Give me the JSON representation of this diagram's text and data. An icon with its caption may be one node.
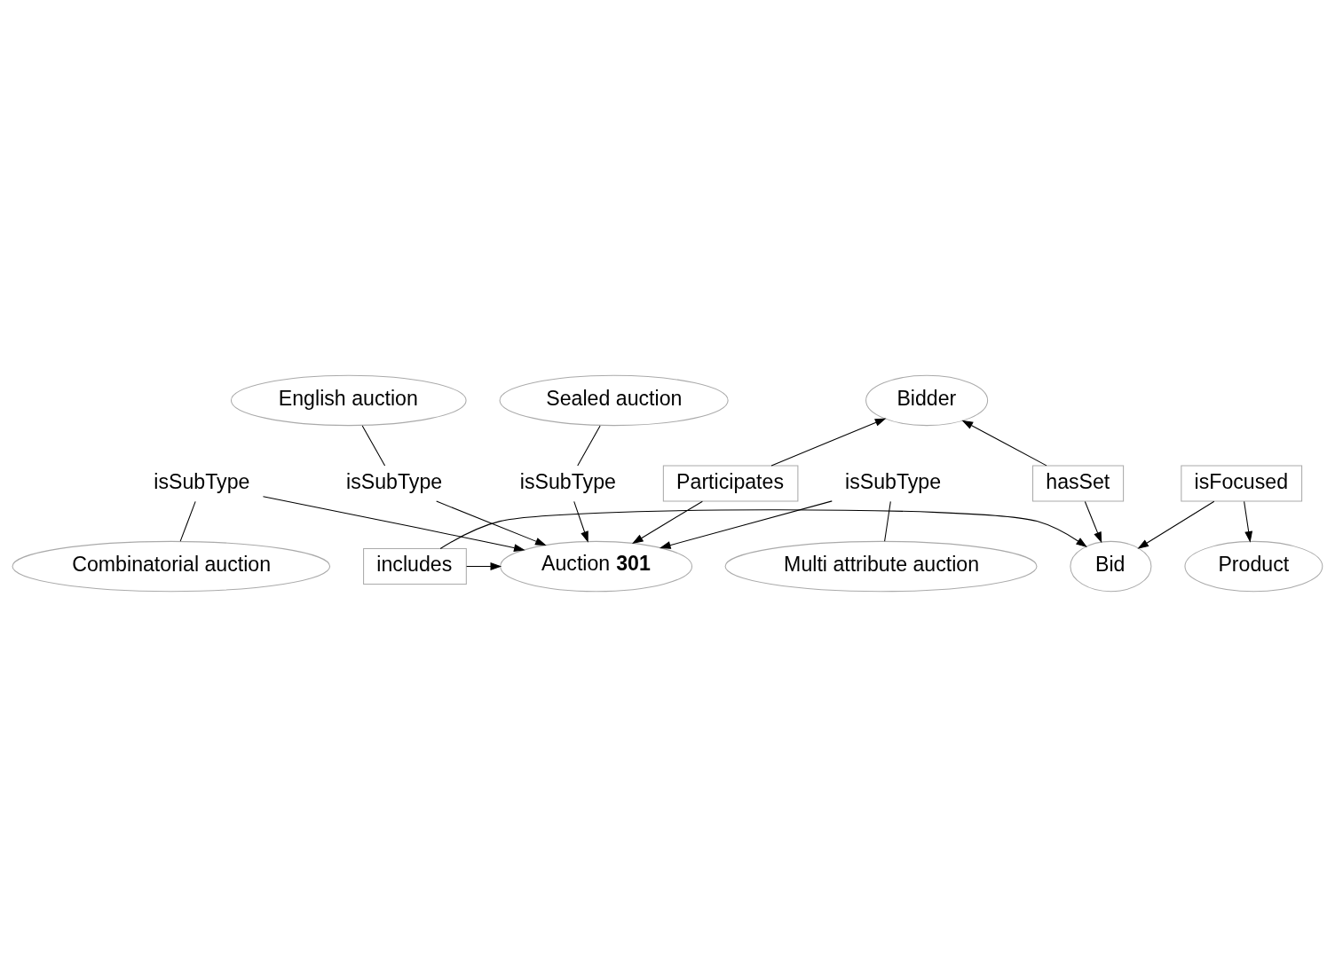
{
  "diagram": {
    "nodes": [
      {
        "text": [
          "English auction"
        ]
      },
      {
        "text": [
          "Sealed auction"
        ]
      },
      {
        "text": [
          "Bidder"
        ]
      },
      {
        "text": [
          "isSubType"
        ]
      },
      {
        "text": [
          "Participates"
        ]
      },
      {
        "text": [
          "hasSet"
        ]
      },
      {
        "text": [
          "isSubType"
        ]
      },
      {
        "text": [
          "Auction **301**"
        ]
      },
      {
        "text": [
          "includes"
        ]
      },
      {
        "text": [
          "Bid"
        ]
      },
      {
        "text": [
          "isSubType"
        ]
      },
      {
        "text": [
          "isSubType"
        ]
      },
      {
        "text": [
          "isFocused"
        ]
      },
      {
        "text": [
          "Combinatorial auction"
        ]
      },
      {
        "text": [
          "Multi attribute auction"
        ]
      },
      {
        "text": [
          "Product"
        ]
      }
    ],
    "edges": [
      {
        "from": 0,
        "to": 6,
        "arrow": "none"
      },
      {
        "from": 6,
        "to": 7,
        "arrow": "to"
      },
      {
        "from": 1,
        "to": 3,
        "arrow": "none"
      },
      {
        "from": 3,
        "to": 7,
        "arrow": "to"
      },
      {
        "from": 4,
        "to": 7,
        "arrow": "to"
      },
      {
        "from": 4,
        "to": 2,
        "arrow": "to"
      },
      {
        "from": 5,
        "to": 2,
        "arrow": "to"
      },
      {
        "from": 5,
        "to": 9,
        "arrow": "to"
      },
      {
        "from": 8,
        "to": 7,
        "arrow": "to"
      },
      {
        "from": 8,
        "to": 9,
        "arrow": "to"
      },
      {
        "from": 13,
        "to": 10,
        "arrow": "none"
      },
      {
        "from": 10,
        "to": 7,
        "arrow": "to"
      },
      {
        "from": 14,
        "to": 11,
        "arrow": "none"
      },
      {
        "from": 11,
        "to": 7,
        "arrow": "to"
      },
      {
        "from": 12,
        "to": 9,
        "arrow": "to"
      },
      {
        "from": 12,
        "to": 15,
        "arrow": "to"
      }
    ]
  }
}
